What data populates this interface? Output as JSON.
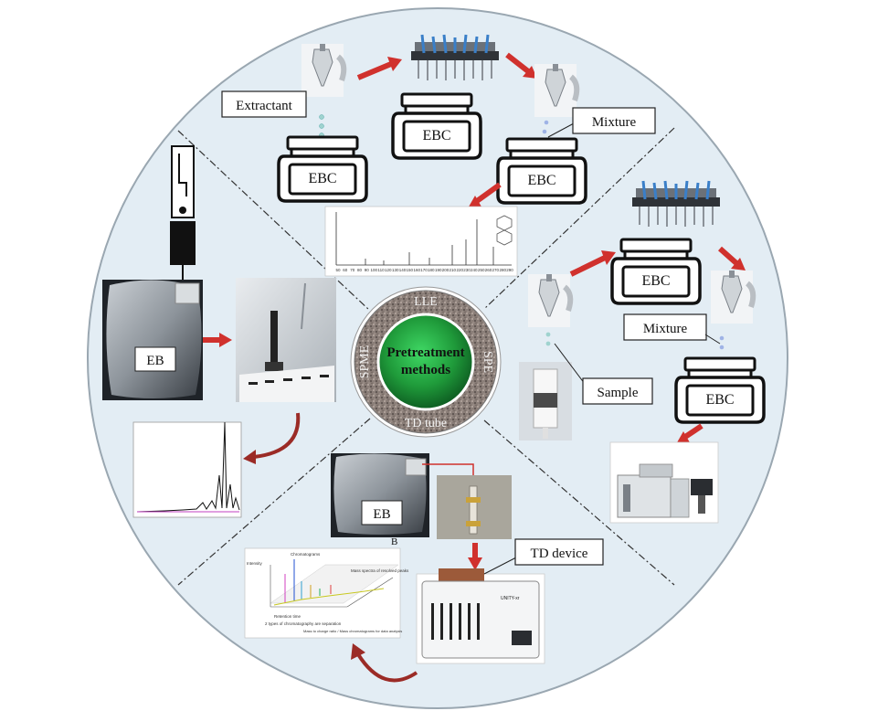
{
  "center": {
    "title_line1": "Pretreatment",
    "title_line2": "methods",
    "ring_labels": {
      "top": "LLE",
      "right": "SPE",
      "bottom": "TD tube",
      "left": "SPME"
    }
  },
  "jar_label": "EBC",
  "bag_label": "EB",
  "callouts": {
    "extractant": "Extractant",
    "mixture": "Mixture",
    "sample": "Sample",
    "td_device": "TD device"
  },
  "stray_letter": "B",
  "instrument_brand": "UNITY-xr",
  "chart_axis_ticks": [
    "50",
    "60",
    "70",
    "80",
    "90",
    "100",
    "110",
    "120",
    "130",
    "140",
    "150",
    "160",
    "170",
    "180",
    "190",
    "200",
    "210",
    "220",
    "230",
    "240",
    "250",
    "260",
    "270",
    "280",
    "290"
  ],
  "chart3d_labels": {
    "y_axis": "Intensity",
    "chromatogram": "Chromatograms",
    "mass_spectra": "Mass spectra of resolved peaks",
    "x_axis_1": "Retention time",
    "x_axis_2": "2 types of chromatography are separation",
    "z_axis": "Mass to charge ratio / Mass chromatograms for data analysis"
  },
  "colors": {
    "circle_fill": "#e3edf4",
    "circle_stroke": "#9aa7b1",
    "center_green": "#1f9a3a",
    "arrow_red": "#d0312d"
  }
}
